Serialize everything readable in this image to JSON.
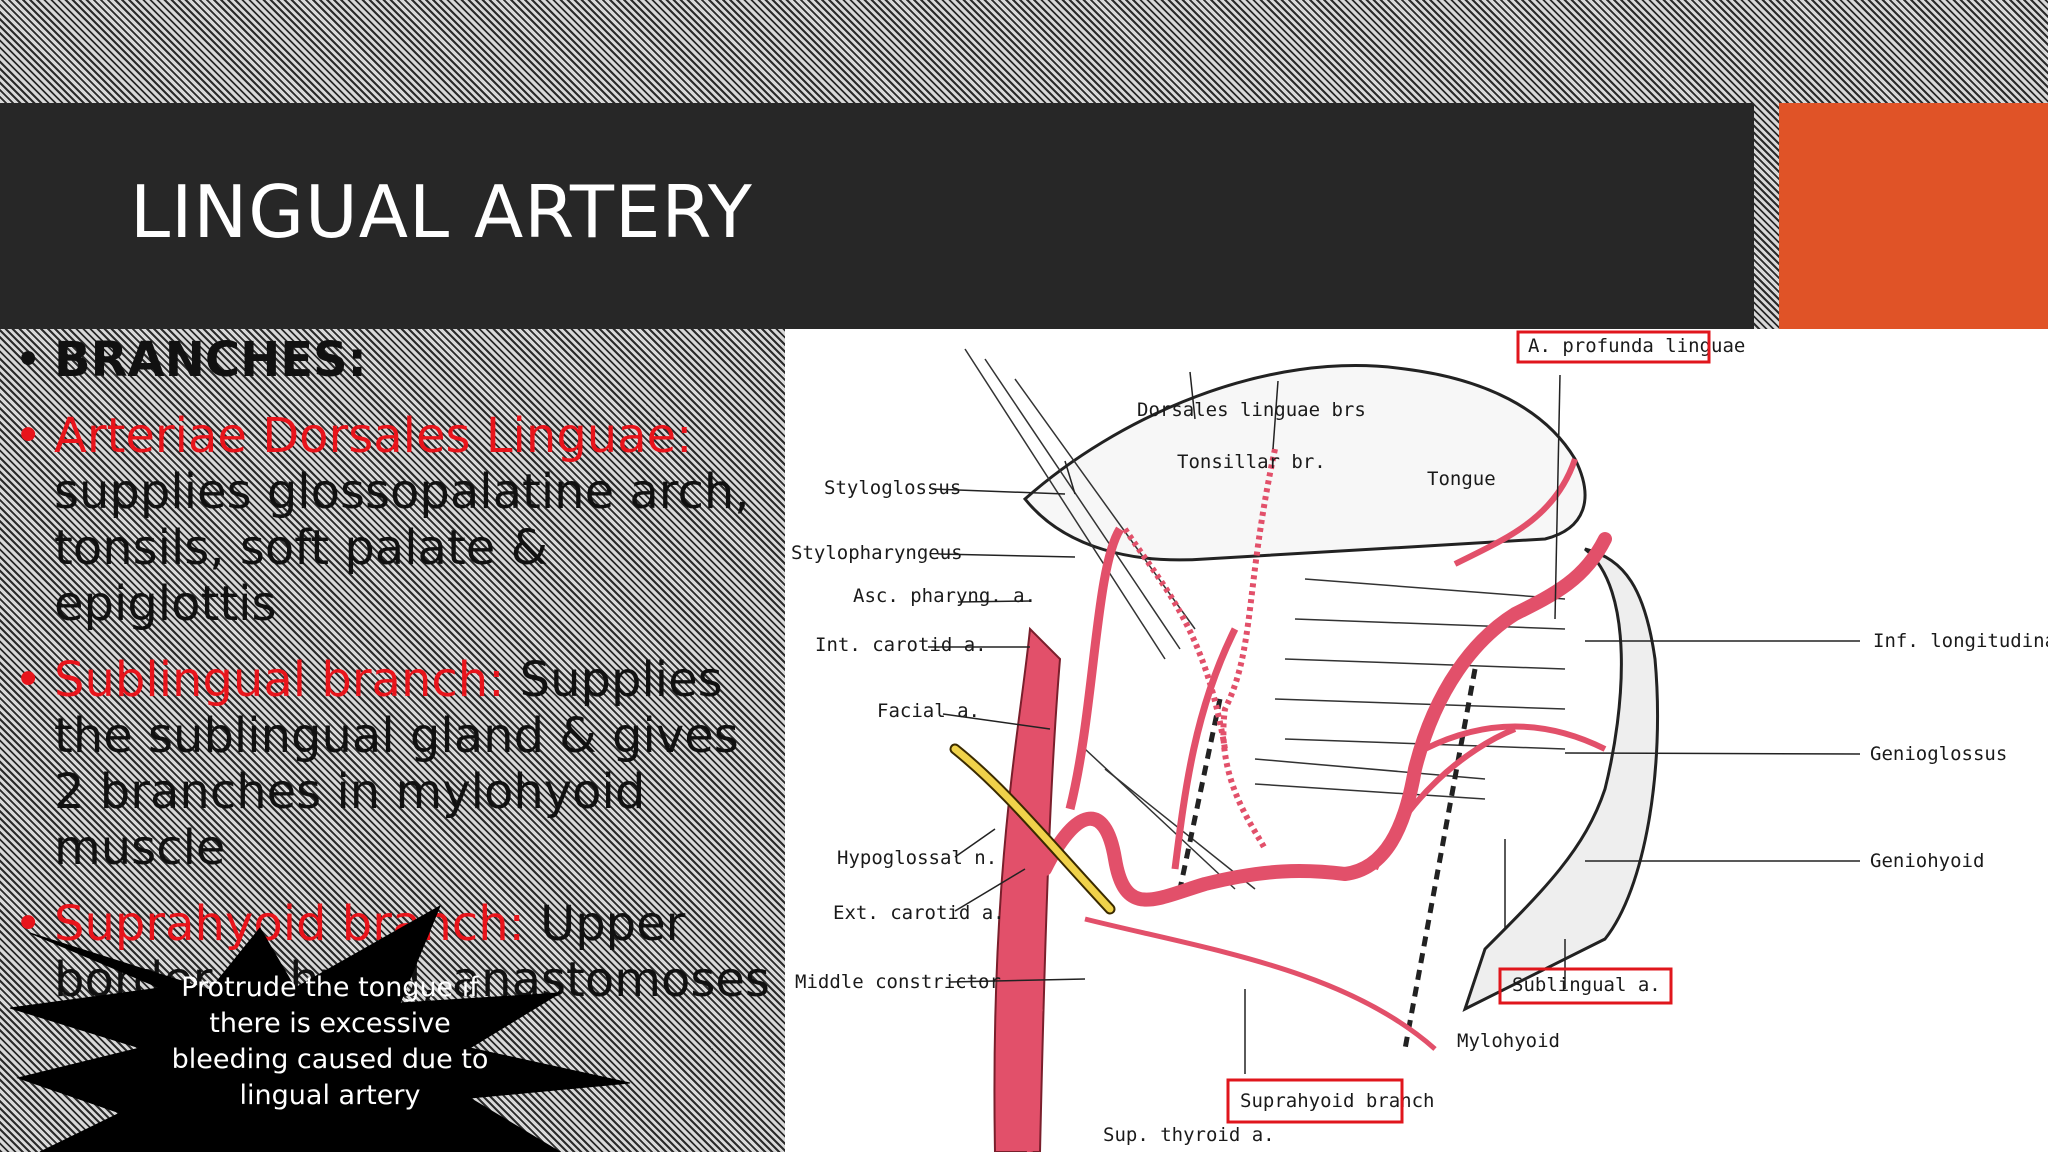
{
  "slide": {
    "title": "LINGUAL ARTERY",
    "accent_color": "#e05327",
    "bullets": [
      {
        "lead": "BRANCHES:",
        "lead_color": "#111111",
        "text": ""
      },
      {
        "lead": "Arteriae Dorsales Linguae:",
        "lead_color": "#e8141b",
        "text": "supplies glossopalatine arch, tonsils, soft palate & epiglottis"
      },
      {
        "lead": "Sublingual branch:",
        "lead_color": "#e8141b",
        "text": "Supplies the sublingual gland & gives 2 branches in mylohyoid muscle"
      },
      {
        "lead": "Suprahyoid branch:",
        "lead_color": "#e8141b",
        "text": "Upper border of hyoid, anastomoses"
      }
    ],
    "callout": "Protrude the tongue if there is excessive bleeding caused due to lingual artery"
  },
  "figure": {
    "labels": {
      "profunda": "A. profunda linguae",
      "dorsales": "Dorsales linguae brs",
      "tonsillar": "Tonsillar br.",
      "tongue": "Tongue",
      "styloglossus": "Styloglossus",
      "stylopharyngeus": "Stylopharyngeus",
      "asc_pharyng": "Asc. pharyng. a.",
      "int_carotid": "Int. carotid a.",
      "facial": "Facial a.",
      "hypoglossal": "Hypoglossal n.",
      "ext_carotid": "Ext. carotid a.",
      "middle_constrictor": "Middle constrictor",
      "sup_thyroid": "Sup. thyroid a.",
      "suprahyoid": "Suprahyoid branch",
      "mylohyoid": "Mylohyoid",
      "sublingual": "Sublingual a.",
      "geniohyoid": "Geniohyoid",
      "genioglossus": "Genioglossus",
      "inf_longitudinal": "Inf. longitudinal m."
    },
    "artery_color": "#e2506a",
    "nerve_color": "#f0d24a",
    "highlight_color": "#e0161c"
  }
}
